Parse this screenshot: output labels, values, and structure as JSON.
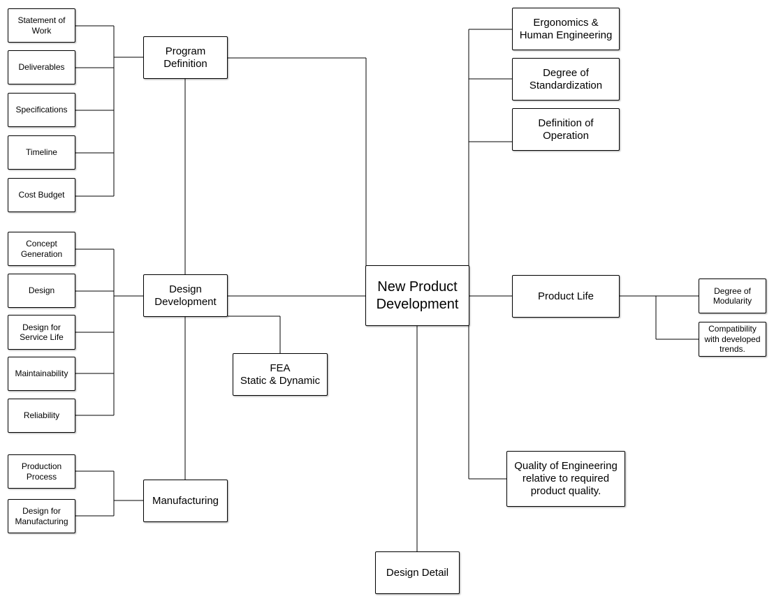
{
  "center": "New Product\nDevelopment",
  "branches": {
    "program_definition": "Program\nDefinition",
    "design_development": "Design\nDevelopment",
    "manufacturing": "Manufacturing",
    "fea": "FEA\nStatic & Dynamic",
    "ergonomics": "Ergonomics &\nHuman Engineering",
    "standardization": "Degree of\nStandardization",
    "definition_of_operation": "Definition of\nOperation",
    "product_life": "Product Life",
    "quality_of_engineering": "Quality of Engineering\nrelative to required\nproduct quality.",
    "design_detail": "Design Detail"
  },
  "program_items": [
    "Statement of\nWork",
    "Deliverables",
    "Specifications",
    "Timeline",
    "Cost Budget"
  ],
  "design_items": [
    "Concept\nGeneration",
    "Design",
    "Design for\nService Life",
    "Maintainability",
    "Reliability"
  ],
  "manufacturing_items": [
    "Production\nProcess",
    "Design for\nManufacturing"
  ],
  "product_life_items": [
    "Degree of\nModularity",
    "Compatibility\nwith developed\ntrends."
  ]
}
